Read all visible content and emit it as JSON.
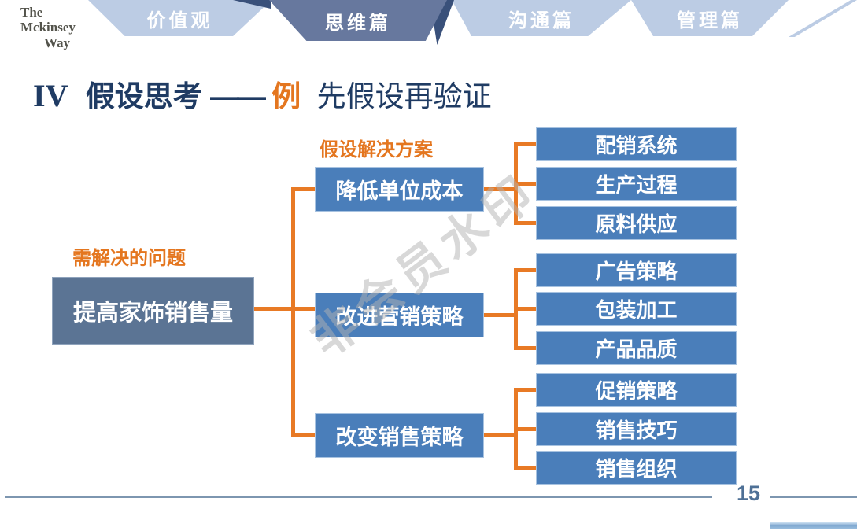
{
  "brand": {
    "line1": "The",
    "line2": "Mckinsey",
    "line3": "Way"
  },
  "nav": {
    "tabs": [
      {
        "label": "价值观",
        "active": false
      },
      {
        "label": "思维篇",
        "active": true
      },
      {
        "label": "沟通篇",
        "active": false
      },
      {
        "label": "管理篇",
        "active": false
      }
    ]
  },
  "title": {
    "numeral": "IV",
    "main": "假设思考",
    "dash": "——",
    "example": "例",
    "rest": "先假设再验证"
  },
  "diagram": {
    "problem_label": "需解决的问题",
    "problem": "提高家饰销售量",
    "solution_label": "假设解决方案",
    "branches": [
      {
        "name": "降低单位成本",
        "children": [
          "配销系统",
          "生产过程",
          "原料供应"
        ]
      },
      {
        "name": "改进营销策略",
        "children": [
          "广告策略",
          "包装加工",
          "产品品质"
        ]
      },
      {
        "name": "改变销售策略",
        "children": [
          "促销策略",
          "销售技巧",
          "销售组织"
        ]
      }
    ]
  },
  "watermark": {
    "text": "非会员水印"
  },
  "footer": {
    "page_number": "15"
  },
  "colors": {
    "box_blue": "#4A7EBA",
    "box_slate": "#5B7494",
    "orange": "#E87A25",
    "label_orange": "#E4761F",
    "navy": "#1F3B63",
    "tab_light": "#BCCCE4",
    "tab_active": "#67789E",
    "tab_dark": "#39507A",
    "footer_slate": "#7D96B0",
    "page_num": "#4E7096"
  }
}
